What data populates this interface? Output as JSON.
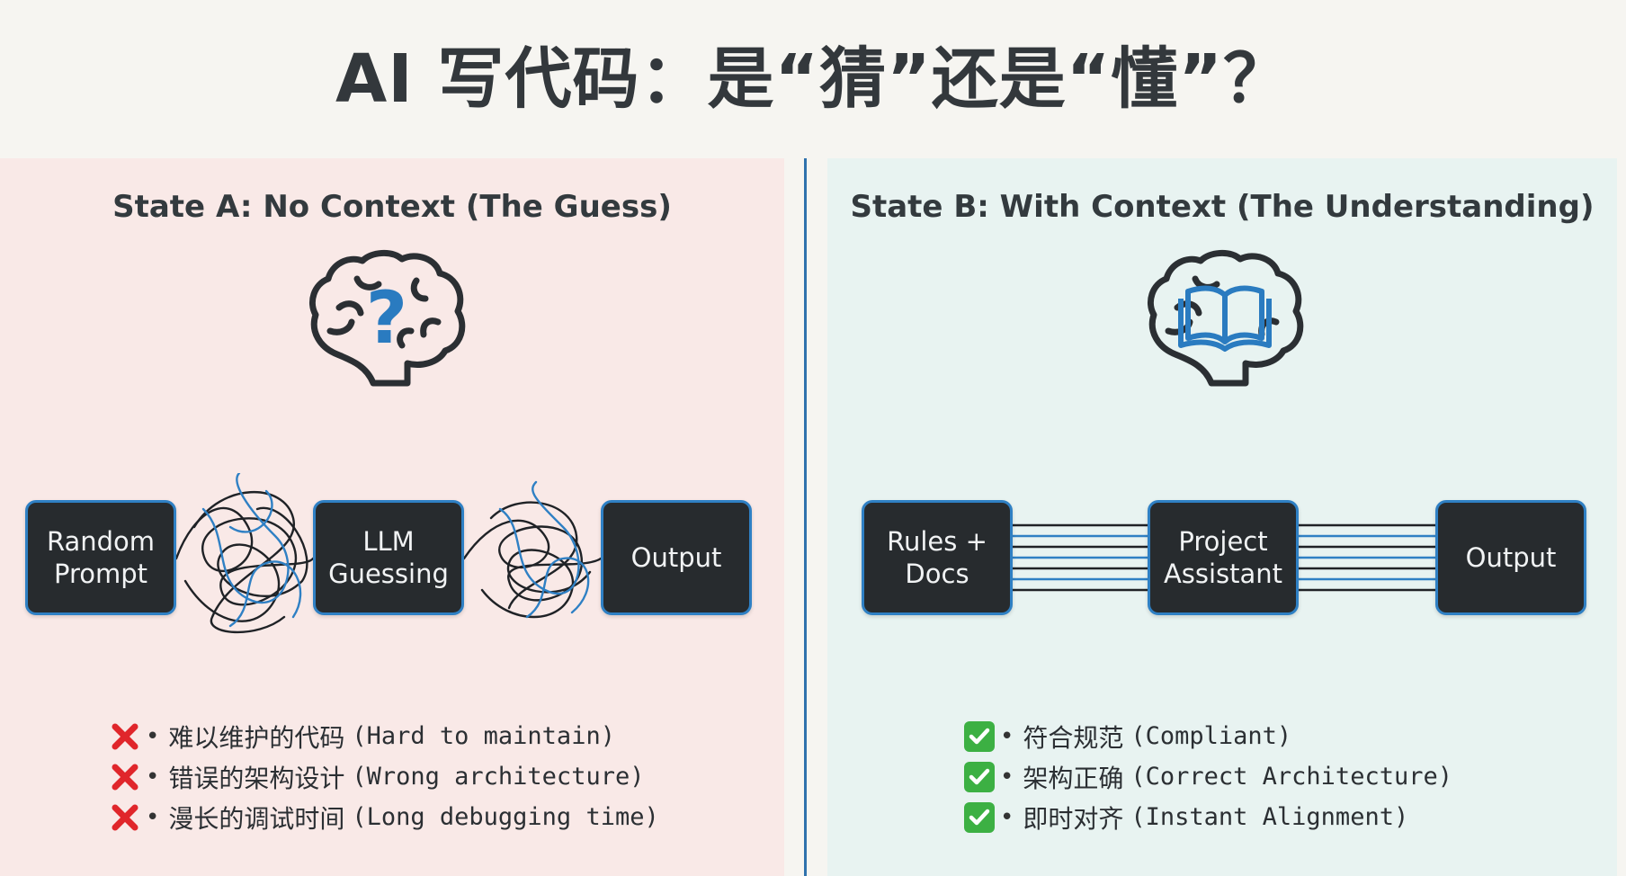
{
  "title": "AI 写代码：是“猜”还是“懂”？",
  "panel_a": {
    "heading": "State A: No Context (The Guess)",
    "boxes": [
      "Random\nPrompt",
      "LLM\nGuessing",
      "Output"
    ],
    "bullets": [
      {
        "cn": "难以维护的代码",
        "en": "(Hard to maintain)"
      },
      {
        "cn": "错误的架构设计",
        "en": "(Wrong architecture)"
      },
      {
        "cn": "漫长的调试时间",
        "en": "(Long debugging time)"
      }
    ]
  },
  "panel_b": {
    "heading": "State B: With Context (The Understanding)",
    "boxes": [
      "Rules +\nDocs",
      "Project\nAssistant",
      "Output"
    ],
    "bullets": [
      {
        "cn": "符合规范",
        "en": "(Compliant)"
      },
      {
        "cn": "架构正确",
        "en": "(Correct Architecture)"
      },
      {
        "cn": "即时对齐",
        "en": "(Instant Alignment)"
      }
    ]
  },
  "bullet_separator": "•",
  "colors": {
    "accent_blue": "#2f80c4",
    "box_fill": "#272b2e",
    "panel_a_bg": "#f9e9e7",
    "panel_b_bg": "#e8f3f1",
    "cross_red": "#e0262b",
    "check_green": "#3cb043"
  }
}
